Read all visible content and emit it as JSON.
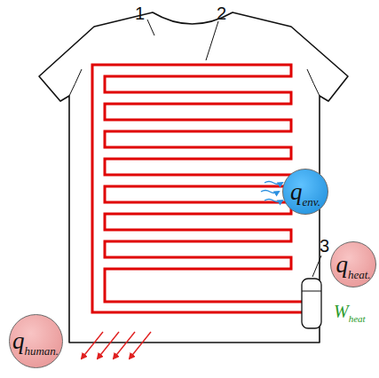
{
  "diagram": {
    "nodes": [
      {
        "text": [
          "q",
          "env."
        ]
      },
      {
        "text": [
          "q",
          "heat."
        ]
      },
      {
        "text": [
          "q",
          "human."
        ]
      }
    ],
    "labels": [
      "1",
      "2",
      "3",
      "W",
      "heat"
    ]
  }
}
